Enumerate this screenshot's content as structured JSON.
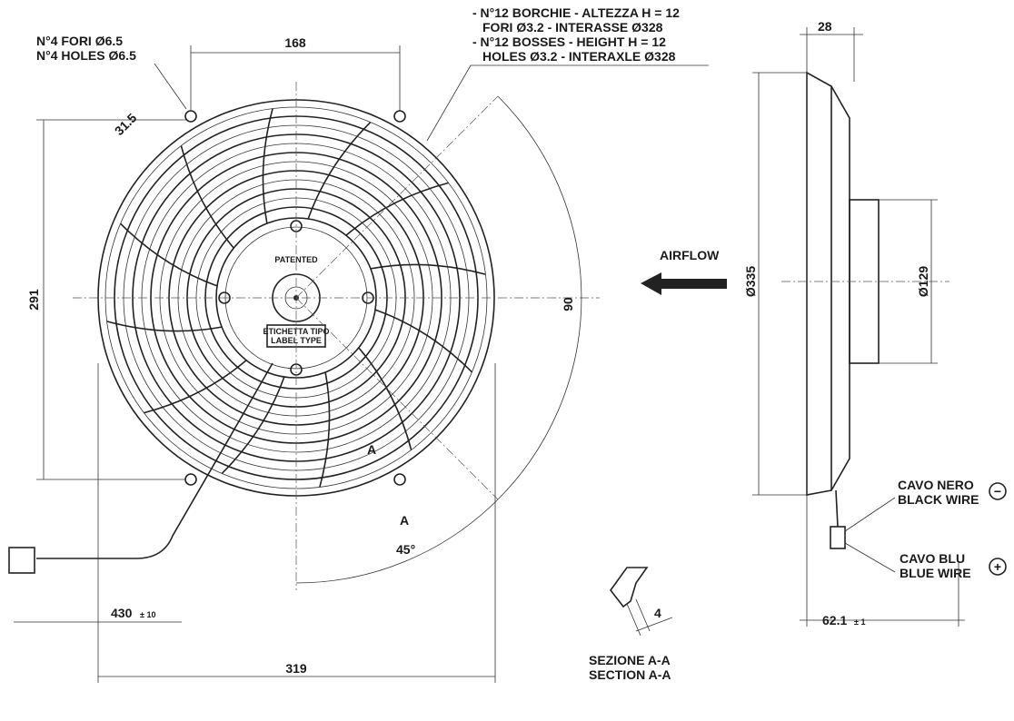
{
  "notes": {
    "holes_it": "N°4 FORI Ø6.5",
    "holes_en": "N°4 HOLES Ø6.5",
    "bosses_it_1": "- N°12 BORCHIE - ALTEZZA H = 12",
    "bosses_it_2": "FORI Ø3.2 - INTERASSE Ø328",
    "bosses_en_1": "- N°12 BOSSES - HEIGHT H = 12",
    "bosses_en_2": "HOLES Ø3.2 - INTERAXLE Ø328",
    "patented": "PATENTED",
    "label_type_it": "ETICHETTA TIPO",
    "label_type_en": "LABEL TYPE",
    "airflow": "AIRFLOW",
    "black_wire_it": "CAVO NERO",
    "black_wire_en": "BLACK WIRE",
    "blue_wire_it": "CAVO BLU",
    "blue_wire_en": "BLUE WIRE",
    "minus": "−",
    "plus": "+",
    "section_it": "SEZIONE A-A",
    "section_en": "SECTION A-A",
    "section_mark": "A"
  },
  "dimensions": {
    "width_top": "168",
    "hole_offset": "31.5",
    "height_left": "291",
    "angle_90": "90",
    "angle_45": "45°",
    "cable_length": "430",
    "cable_tol": "± 10",
    "overall_width": "319",
    "depth_top": "28",
    "diameter_335": "Ø335",
    "diameter_129": "Ø129",
    "overall_depth": "62.1",
    "depth_tol": "± 1",
    "section_thickness": "4"
  }
}
